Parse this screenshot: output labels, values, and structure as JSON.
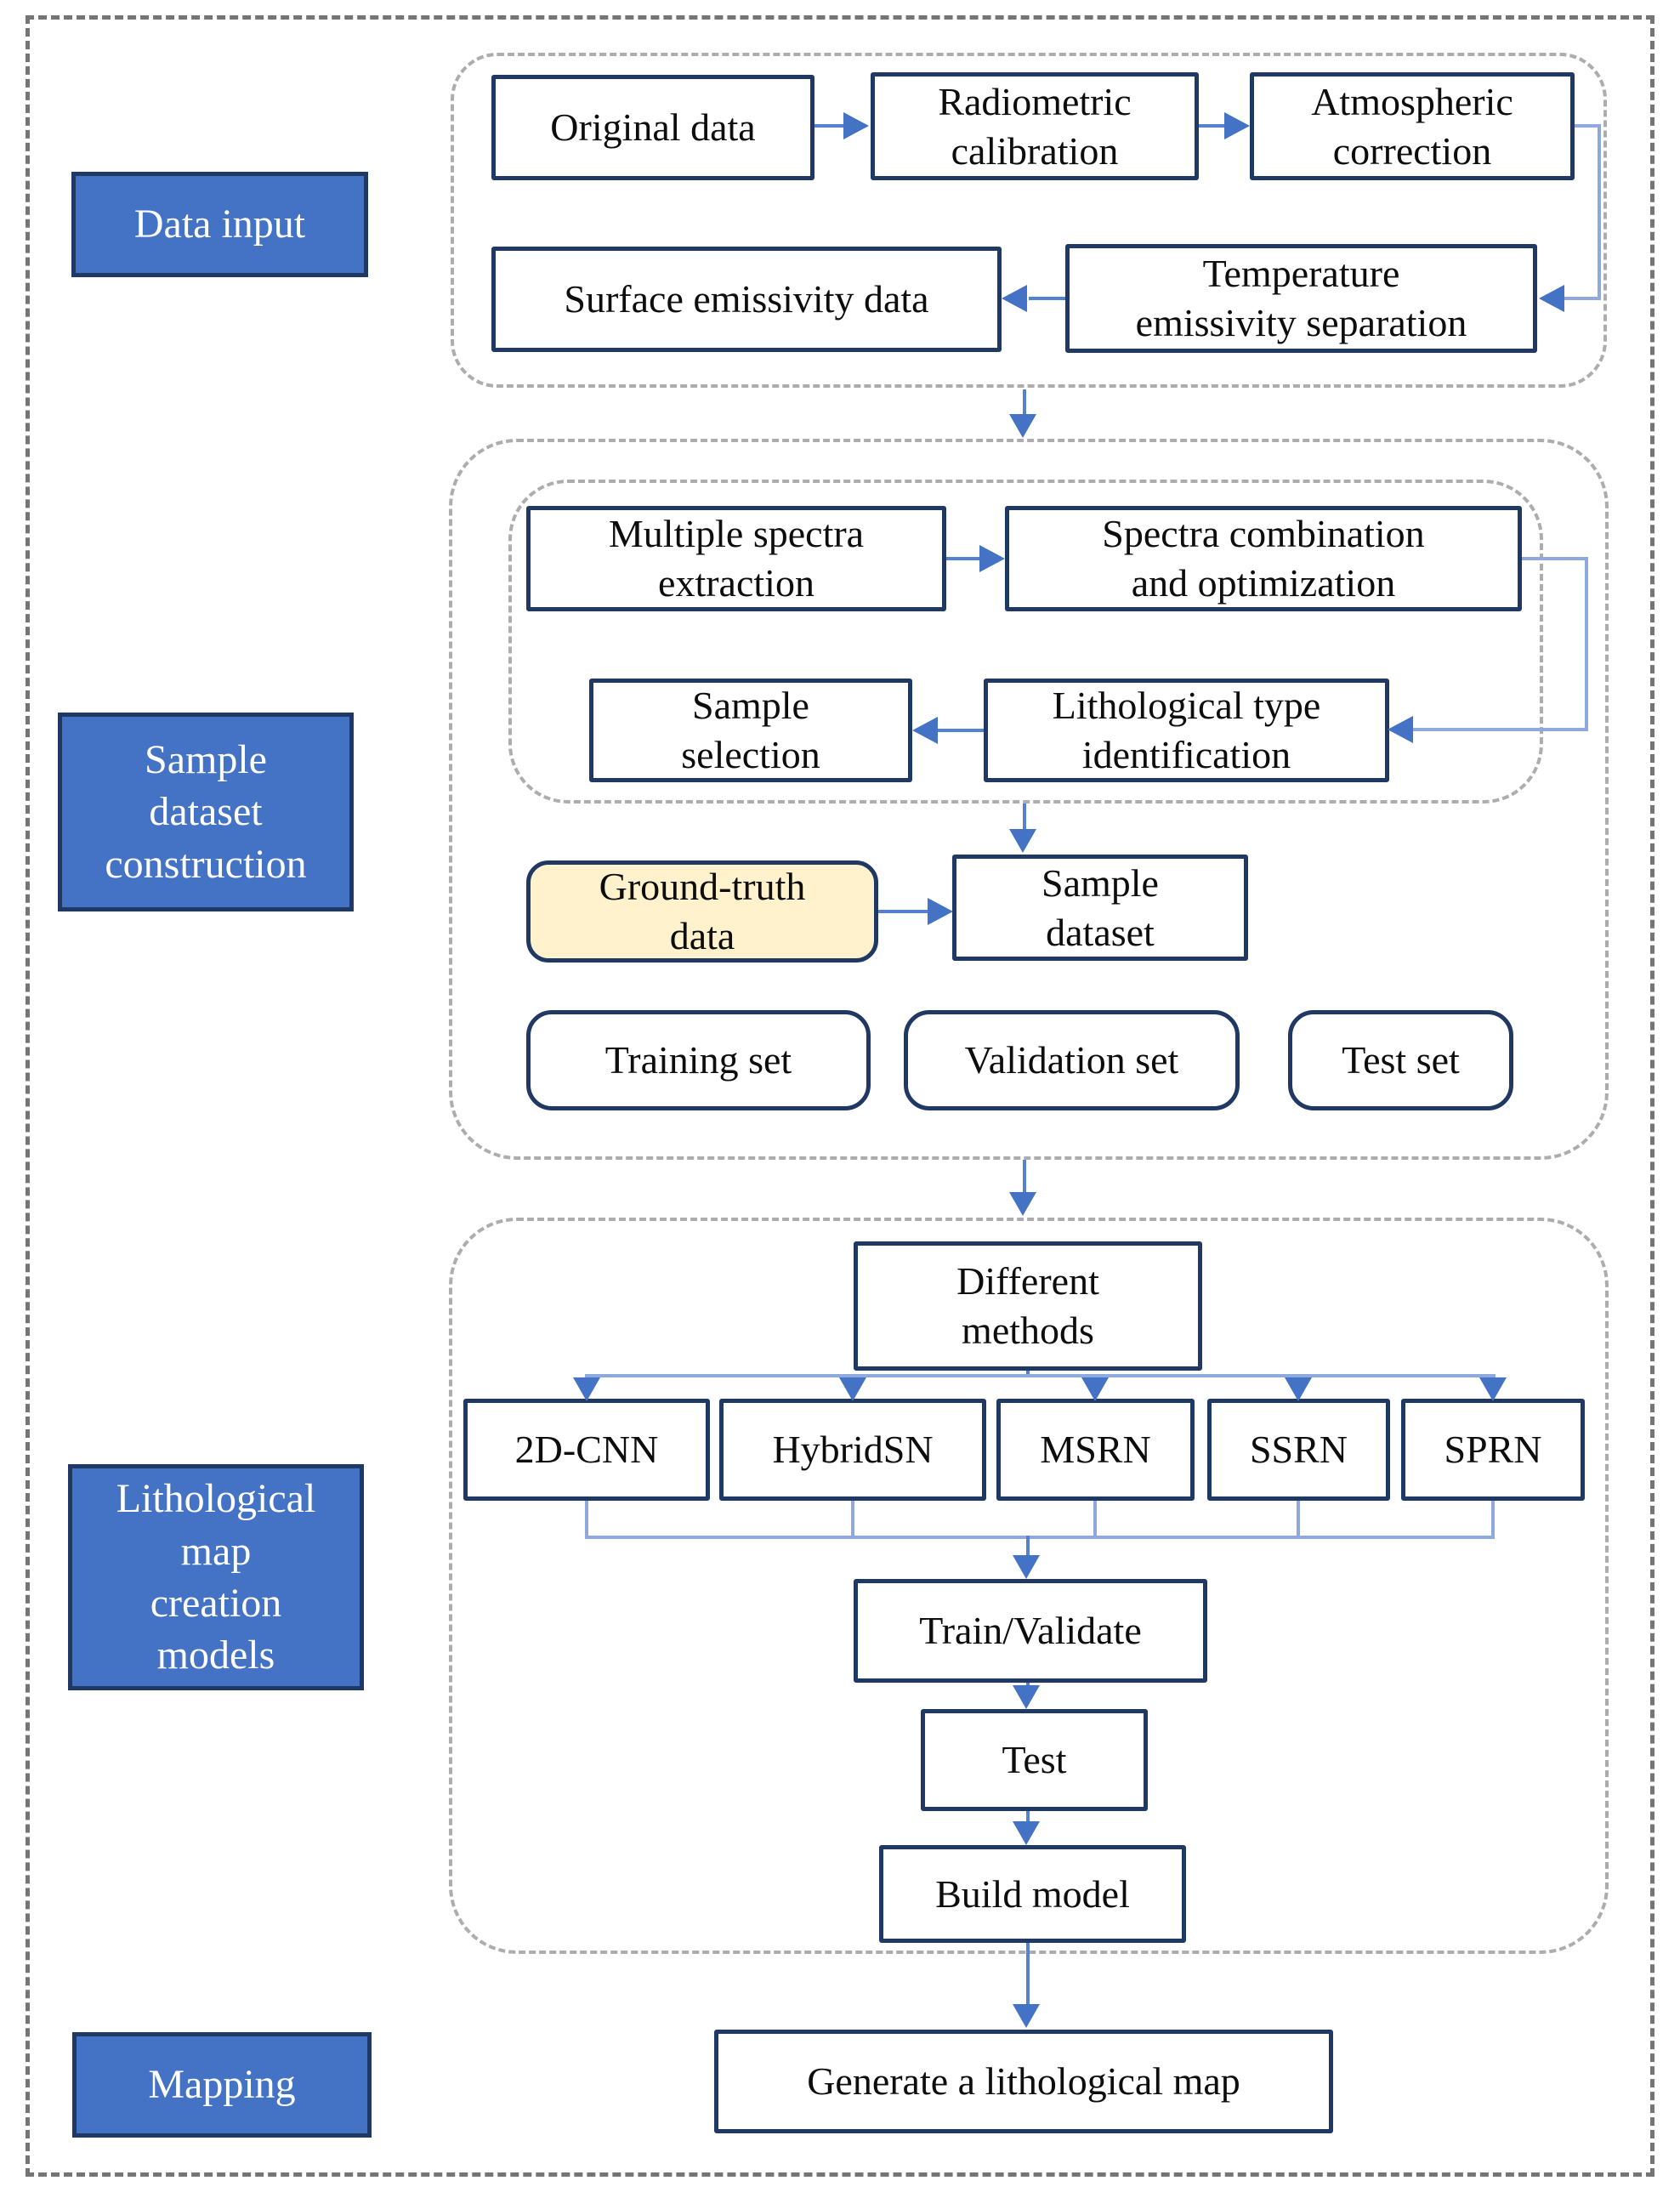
{
  "colors": {
    "stage_fill": "#4472C4",
    "stage_text": "#FFFFFF",
    "box_border": "#1F3864",
    "node_text": "#0D0D0D",
    "ground_truth_fill": "#FFF2CC",
    "arrow": "#4472C4",
    "connector_medium": "#5581D2",
    "connector_light": "#8FA9DE",
    "section_dash": "#ADADAD",
    "outer_dash": "#757575",
    "background": "#FFFFFF"
  },
  "stages": {
    "data_input": "Data input",
    "sample_dataset_construction": "Sample\ndataset\nconstruction",
    "lithological_map_creation_models": "Lithological\nmap\ncreation\nmodels",
    "mapping": "Mapping"
  },
  "data_input_flow": {
    "original_data": "Original data",
    "radiometric_calibration": "Radiometric\ncalibration",
    "atmospheric_correction": "Atmospheric\ncorrection",
    "temperature_emissivity_separation": "Temperature\nemissivity separation",
    "surface_emissivity_data": "Surface emissivity data"
  },
  "sample_dataset_flow": {
    "multiple_spectra_extraction": "Multiple spectra\nextraction",
    "spectra_combination_and_optimization": "Spectra combination\nand optimization",
    "lithological_type_identification": "Lithological type\nidentification",
    "sample_selection": "Sample\nselection",
    "ground_truth_data": "Ground-truth\ndata",
    "sample_dataset": "Sample\ndataset",
    "training_set": "Training set",
    "validation_set": "Validation set",
    "test_set": "Test set"
  },
  "model_flow": {
    "different_methods": "Different\nmethods",
    "models": [
      "2D-CNN",
      "HybridSN",
      "MSRN",
      "SSRN",
      "SPRN"
    ],
    "train_validate": "Train/Validate",
    "test": "Test",
    "build_model": "Build model"
  },
  "mapping_flow": {
    "generate_lithological_map": "Generate a lithological map"
  }
}
